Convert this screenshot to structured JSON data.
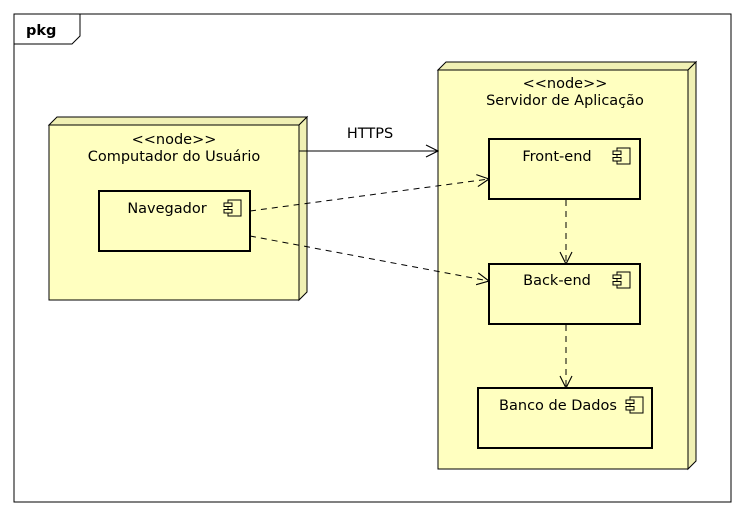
{
  "package": {
    "label": "pkg"
  },
  "nodes": {
    "computer": {
      "stereotype": "<<node>>",
      "name": "Computador do Usuário"
    },
    "server": {
      "stereotype": "<<node>>",
      "name": "Servidor de Aplicação"
    }
  },
  "components": {
    "navegador": "Navegador",
    "frontend": "Front-end",
    "backend": "Back-end",
    "banco": "Banco de Dados"
  },
  "connections": {
    "https_label": "HTTPS"
  },
  "colors": {
    "node_fill": "#ffffc0",
    "node_side": "#f0f0b4",
    "stroke": "#000000"
  },
  "icons": {
    "component": "uml-component-icon"
  }
}
